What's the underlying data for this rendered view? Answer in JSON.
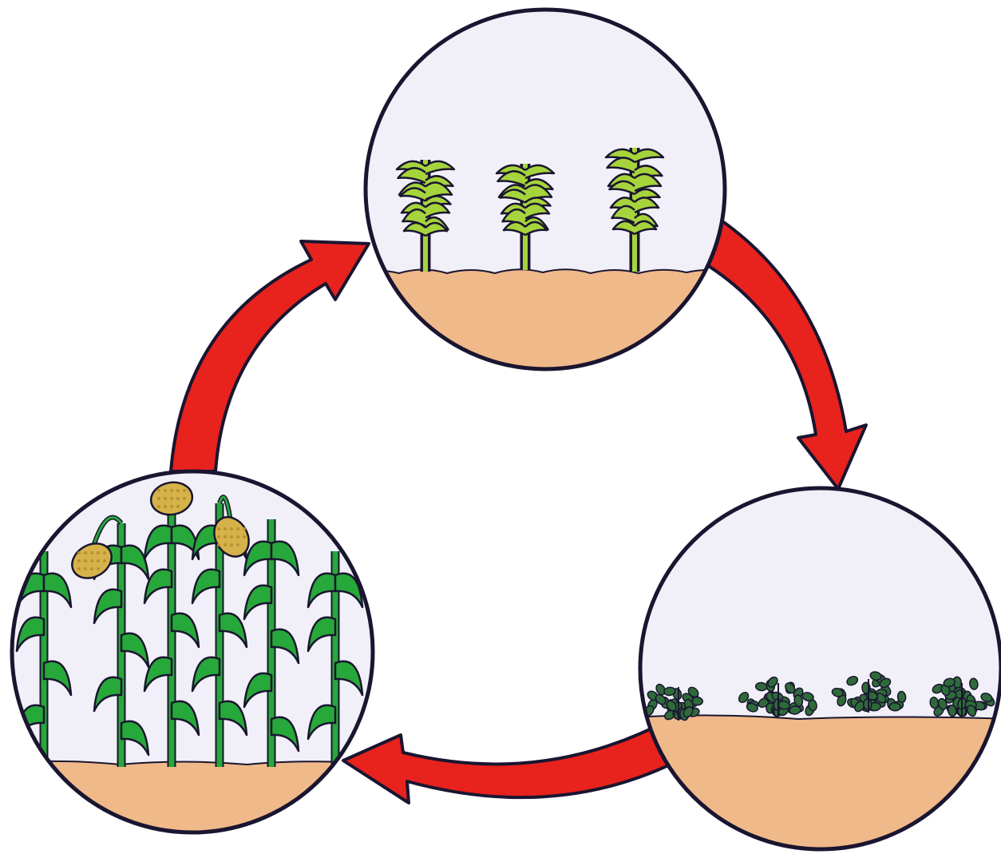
{
  "diagram": {
    "kind": "crop-rotation-cycle",
    "stages": [
      {
        "name": "young-cereal-seedlings",
        "order": 1
      },
      {
        "name": "legume-bushes",
        "order": 2
      },
      {
        "name": "mature-cereal-with-grain-heads",
        "order": 3
      }
    ],
    "arrows": [
      {
        "from": "young-cereal-seedlings",
        "to": "legume-bushes"
      },
      {
        "from": "legume-bushes",
        "to": "mature-cereal-with-grain-heads"
      },
      {
        "from": "mature-cereal-with-grain-heads",
        "to": "young-cereal-seedlings"
      }
    ],
    "colors": {
      "arrow": "#e8221d",
      "outline": "#1a1530",
      "soil": "#f0b98a",
      "sky": "#f1f0f8",
      "seedling": "#a6d43c",
      "legume": "#2f6a3a",
      "cereal": "#27a83a",
      "grain": "#d6b24a"
    }
  }
}
